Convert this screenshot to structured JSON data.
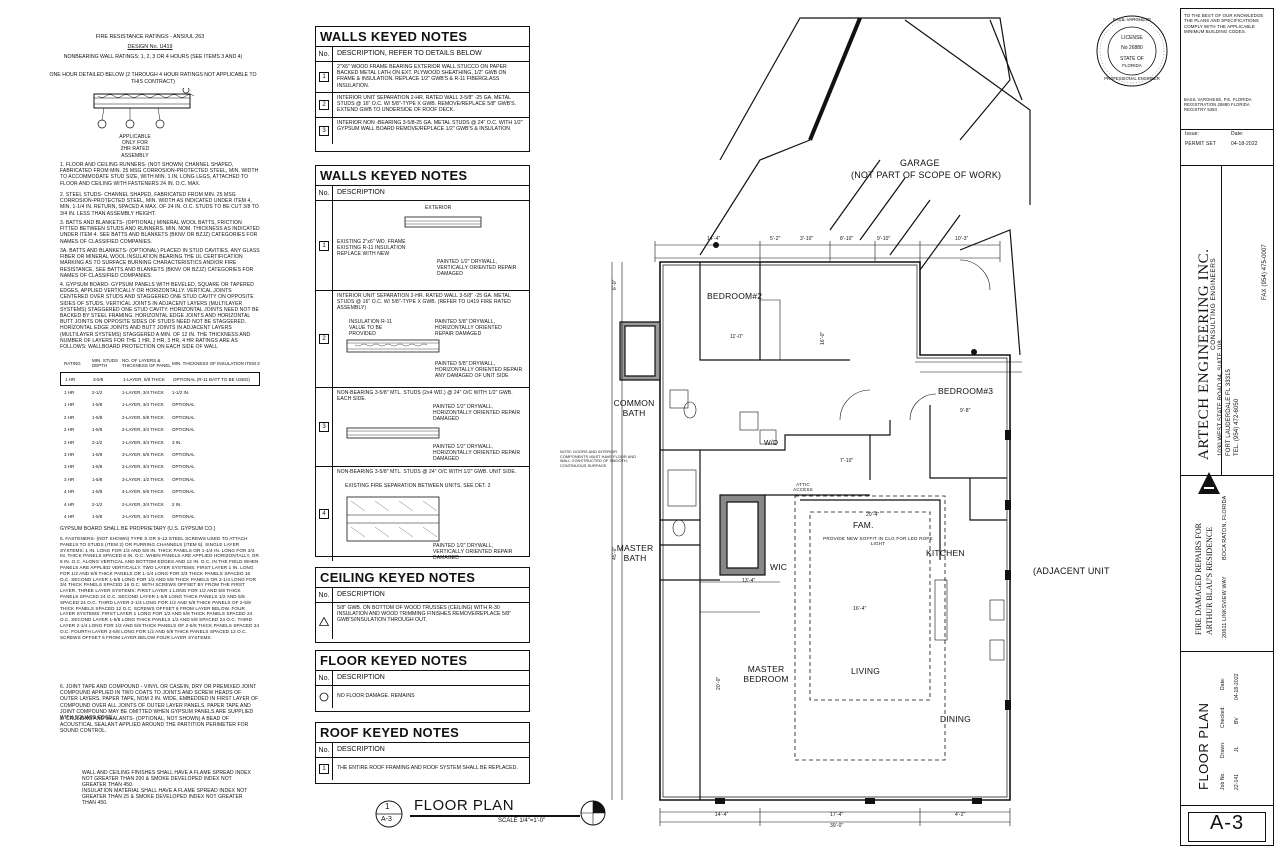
{
  "left_notes": {
    "title": "FIRE RESISTANCE RATINGS - ANSI/UL 263",
    "design_no": "DESIGN No. U419",
    "nonbearing": "NONBEARING WALL RATINGS: 1, 2, 3 OR 4 HOURS (SEE ITEMS 3 AND 4)",
    "one_hour": "ONE HOUR DETAILED BELOW (2 THROUGH 4 HOUR RATINGS NOT APPLICABLE TO THIS CONTRACT)",
    "applicable": "APPLICABLE ONLY FOR 2HR RATED ASSEMBLY",
    "para1": "1. FLOOR AND CEILING RUNNERS- (NOT SHOWN) CHANNEL SHAPED, FABRICATED FROM MIN. 25 MSG CORROSION-PROTECTED STEEL, MIN. WIDTH TO ACCOMMODATE STUD SIZE, WITH MIN. 1 IN. LONG LEGS, ATTACHED TO FLOOR AND CEILING WITH FASTENERS 24 IN. O.C. MAX.",
    "para2": "2. STEEL STUDS- CHANNEL SHAPED, FABRICATED FROM MIN. 25 MSG CORROSION-PROTECTED STEEL, MIN. WIDTH AS INDICATED UNDER ITEM 4, MIN. 1-1/4 IN. RETURN, SPACED A MAX. OF 24 IN. O.C. STUDS TO BE CUT 3/8 TO 3/4 IN. LESS THAN ASSEMBLY HEIGHT.",
    "para3": "3. BATTS AND BLANKETS- (OPTIONAL) MINERAL WOOL BATTS, FRICTION FITTED BETWEEN STUDS AND RUNNERS. MIN. NOM. THICKNESS AS INDICATED UNDER ITEM 4. SEE BATTS AND BLANKETS (BKNV OR BZJZ) CATEGORIES FOR NAMES OF CLASSIFIED COMPANIES.",
    "para3a": "3A. BATTS AND BLANKETS- (OPTIONAL) PLACED IN STUD CAVITIES, ANY GLASS FIBER OR MINERAL WOOL INSULATION BEARING THE UL CERTIFICATION MARKING AS TO SURFACE BURNING CHARACTERISTICS AND/OR FIRE RESISTANCE. SEE BATTS AND BLANKETS (BKNV OR BZJZ) CATEGORIES FOR NAMES OF CLASSIFIED COMPANIES.",
    "para4": "4. GYPSUM BOARD- GYPSUM PANELS WITH BEVELED, SQUARE OR TAPERED EDGES, APPLIED VERTICALLY OR HORIZONTALLY. VERTICAL JOINTS CENTERED OVER STUDS AND STAGGERED ONE STUD CAVITY ON OPPOSITE SIDES OF STUDS. VERTICAL JOINTS IN ADJACENT LAYERS (MULTILAYER SYSTEMS) STAGGERED ONE STUD CAVITY. HORIZONTAL JOINTS NEED NOT BE BACKED BY STEEL FRAMING. HORIZONTAL EDGE JOINTS AND HORIZONTAL BUTT JOINTS ON OPPOSITE SIDES OF STUDS NEED NOT BE STAGGERED. HORIZONTAL EDGE JOINTS AND BUTT JOINTS IN ADJACENT LAYERS (MULTILAYER SYSTEMS) STAGGERED A MIN. OF 12 IN. THE THICKNESS AND NUMBER OF LAYERS FOR THE 1 HR, 2 HR, 3 HR, 4 HR RATINGS ARE AS FOLLOWS: WALLBOARD PROTECTION ON EACH SIDE OF WALL",
    "table_header": [
      "RATING",
      "MIN. STUDS DEPTH",
      "NO. OF LAYERS & THICKNESS OF PANEL",
      "MIN. THICKNESS OF INSULATION ITEM 3"
    ],
    "table_rows": [
      [
        "1 HR",
        "3-5/8",
        "1-LAYER, 5/8 THICK",
        "OPTIONAL (R-11 BATT TO BE USED)"
      ],
      [
        "1 HR",
        "2-1/2",
        "1-LAYER, 3/4 THICK",
        "1-1/2 IN."
      ],
      [
        "1 HR",
        "1-5/8",
        "1-LAYER, 3/4 THICK",
        "OPTIONAL"
      ],
      [
        "2 HR",
        "1-5/8",
        "2-LAYER, 5/8 THICK",
        "OPTIONAL"
      ],
      [
        "2 HR",
        "1-5/8",
        "2-LAYER, 3/4 THICK",
        "OPTIONAL"
      ],
      [
        "2 HR",
        "2-1/2",
        "1-LAYER, 3/4 THICK",
        "3 IN."
      ],
      [
        "3 HR",
        "1-5/8",
        "3-LAYER, 5/8 THICK",
        "OPTIONAL"
      ],
      [
        "3 HR",
        "1-5/8",
        "2-LAYER, 3/4 THICK",
        "OPTIONAL"
      ],
      [
        "3 HR",
        "1-5/8",
        "3-LAYER, 1/2 THICK",
        "OPTIONAL"
      ],
      [
        "4 HR",
        "1-5/8",
        "4-LAYER, 5/8 THICK",
        "OPTIONAL"
      ],
      [
        "4 HR",
        "2-1/2",
        "2-LAYER, 3/4 THICK",
        "2 IN."
      ],
      [
        "4 HR",
        "1-5/8",
        "3-LAYER, 3/4 THICK",
        "OPTIONAL"
      ]
    ],
    "gypsum_note": "GYPSUM BOARD SHALL BE PROPRIETARY (U.S. GYPSUM CO.)",
    "para5": "5. FASTENERS- (NOT SHOWN) TYPE S OR S-12 STEEL SCREWS USED TO ATTACH PANELS TO STUDS (ITEM 2) OR FURRING CHANNELS (ITEM 6). SINGLE LAYER SYSTEMS: 1 IN. LONG FOR 1/2 AND 5/8 IN. THICK PANELS OR 1-1/4 IN. LONG FOR 3/4 IN. THICK PANELS SPACED 8 IN. O.C. WHEN PANELS ARE APPLIED HORIZONTALLY, OR 8 IN. O.C. ALONG VERTICAL AND BOTTOM EDGES AND 12 IN. O.C. IN THE FIELD WHEN PANELS ARE APPLIED VERTICALLY. TWO LAYER SYSTEMS: FIRST LAYER 1 IN. LONG FOR 1/2 AND 5/8 THICK PANELS OR 1-1/4 LONG FOR 3/4 THICK PANELS SPACED 16 O.C. SECOND LAYER 1-5/8 LONG FOR 1/2 AND 5/8 THICK PANELS OR 2-1/4 LONG FOR 3/4 THICK PANELS SPACED 16 O.C. WITH SCREWS OFFSET BY FROM THE FIRST LAYER. THREE LAYER SYSTEMS: FIRST LAYER 1 LONG FOR 1/2 AND 5/8 THICK PANELS SPACED 24 O.C. SECOND LAYER 1-5/8 LONG THICK PANELS 1/2 AND 5/8 SPACED 24 O.C. THIRD LAYER 2-1/4 LONG FOR 1/2 AND 5/8 THICK PANELS OF 2-5/8 THICK PANELS SPACED 12 O.C. SCREWS OFFSET 6 FROM LAYER BELOW. FOUR LAYER SYSTEMS: FIRST LAYER 1 LONG FOR 1/2 AND 5/8 THICK PANELS SPACED 24 O.C. SECOND LAYER 1-5/8 LONG THICK PANELS 1/2 AND 5/8 SPACED 24 O.C. THIRD LAYER 2-1/4 LONG FOR 1/2 AND 5/8 THICK PANELS OF 2-5/8 THICK PANELS SPACED 24 O.C. FOURTH LAYER 2-5/8 LONG FOR 1/2 AND 5/8 THICK PANELS SPACED 12 O.C. SCREWS OFFSET 6 FROM LAYER BELOW FOUR LAYER SYSTEMS.",
    "para6": "6. JOINT TAPE AND COMPOUND - VINYL OR CASEIN, DRY OR PREMIXED JOINT COMPOUND APPLIED IN TWO COATS TO JOINTS AND SCREW HEADS OF OUTER LAYERS. PAPER TAPE, NOM 2 IN. WIDE, EMBEDDED IN FIRST LAYER OF COMPOUND OVER ALL JOINTS OF OUTER LAYER PANELS. PAPER TAPE AND JOINT COMPOUND MAY BE OMITTED WHEN GYPSUM PANELS ARE SUPPLIED WITH SQUARE EDGE.",
    "para8": "8. CAULKING AND SEALANTS- (OPTIONAL, NOT SHOWN) A BEAD OF ACOUSTICAL SEALANT APPLIED AROUND THE PARTITION PERIMETER FOR SOUND CONTROL.",
    "finish1": "WALL AND CEILING FINISHES SHALL HAVE A FLAME SPREAD INDEX NOT GREATER THAN 200 & SMOKE DEVELOPED INDEX NOT GREATER THAN 450.",
    "finish2": "INSULATION MATERIAL SHALL HAVE A FLAME SPREAD INDEX NOT GREATER THAN 25 & SMOKE DEVELOPED INDEX NOT GREATER THAN 450."
  },
  "walls_keyed_1": {
    "title": "WALLS KEYED NOTES",
    "h_no": "No.",
    "h_desc": "DESCRIPTION, REFER TO DETAILS BELOW",
    "rows": [
      {
        "n": "1",
        "d": "2\"X6\" WOOD FRAME BEARING EXTERIOR WALL STUCCO ON PAPER BACKED METAL LATH ON EXT. PLYWOOD SHEATHING, 1/2\" GWB ON FRAME & INSULATION. REPLACE 1/2\" GWB'S & R-11 FIBERGLASS INSULATION."
      },
      {
        "n": "2",
        "d": "INTERIOR UNIT SEPARATION 2-HR. RATED WALL 3-5/8\" -25 GA. METAL STUDS @ 16\" O.C. W/ 5/8\"-TYPE X GWB. REMOVE/REPLACE 5/8\" GWB'S. EXTEND GWB TO UNDERSIDE OF ROOF DECK."
      },
      {
        "n": "3",
        "d": "INTERIOR NON -BEARING 3-5/8-25 GA. METAL STUDS @ 24\" O.C. WITH 1/2\" GYPSUM WALL BOARD REMOVE/REPLACE 1/2\" GWB'S & INSULATION"
      }
    ]
  },
  "walls_keyed_2": {
    "title": "WALLS KEYED NOTES",
    "h_no": "No.",
    "h_desc": "DESCRIPTION",
    "rows": [
      {
        "n": "1",
        "d": "EXISTING 2\"x6\" WD. FRAME EXISTING R-11 INSULATION REPLACE WITH NEW",
        "d2": "PAINTED 1/2\" DRYWALL, VERTICALLY ORIENTED REPAIR DAMAGED",
        "tag": "EXTERIOR"
      },
      {
        "n": "2",
        "d": "INTERIOR UNIT SEPARATION 2-HR. RATED WALL 3-5/8\" -25 GA. METAL STUDS @ 16\" O.C. W/ 5/8\"-TYPE X GWB. (REFER TO U419 FIRE RATED ASSEMBLY)",
        "d2": "INSULATION R-11 VALUE TO BE PROVIDED",
        "d3": "PAINTED 5/8\" DRYWALL, HORIZONTALLY ORIENTED REPAIR DAMAGED",
        "d4": "PAINTED 5/8\" DRYWALL, HORIZONTALLY ORIENTED REPAIR ANY DAMAGED OF UNIT SIDE"
      },
      {
        "n": "3",
        "d": "NON-BEARING 3-5/8\" MTL. STUDS (2x4 WD.) @ 24\" O/C WITH 1/2\" GWB. EACH SIDE.",
        "d2": "PAINTED 1/2\" DRYWALL, HORIZONTALLY ORIENTED REPAIR DAMAGED",
        "d3": "PAINTED 1/2\" DRYWALL, HORIZONTALLY ORIENTED REPAIR DAMAGED"
      },
      {
        "n": "4",
        "d": "NON-BEARING 3-5/8\" MTL. STUDS @ 24\" O/C WITH 1/2\" GWB. UNIT SIDE.",
        "d2": "EXISTING FIRE SEPARATION BETWEEN UNITS, SEE DET. 2",
        "d3": "PAINTED 1/2\" DRYWALL, VERTICALLY ORIENTED REPAIR DAMAGED"
      }
    ]
  },
  "ceiling_keyed": {
    "title": "CEILING KEYED NOTES",
    "h_no": "No.",
    "h_desc": "DESCRIPTION",
    "rows": [
      {
        "n": "1",
        "d": "5/8\" GWB. ON BOTTOM OF WOOD TRUSSES (CEILING) WITH R-30 INSULATION AND WOOD TRIMMING FINISHES REMOVE/REPLACE 5/8\" GWB'S/INSULATION THROUGH OUT."
      }
    ]
  },
  "floor_keyed": {
    "title": "FLOOR KEYED NOTES",
    "h_no": "No.",
    "h_desc": "DESCRIPTION",
    "rows": [
      {
        "n": "1",
        "d": "NO FLOOR DAMAGE. REMAINS"
      }
    ]
  },
  "roof_keyed": {
    "title": "ROOF KEYED NOTES",
    "h_no": "No.",
    "h_desc": "DESCRIPTION",
    "rows": [
      {
        "n": "1",
        "d": "THE ENTIRE ROOF FRAMING AND ROOF SYSTEM SHALL BE REPLACED."
      }
    ]
  },
  "plan": {
    "title": "FLOOR PLAN",
    "scale": "SCALE 1/4\"=1'-0\"",
    "ref_num": "1",
    "ref_sheet": "A-3",
    "rooms": {
      "garage": "GARAGE",
      "garage_sub": "(NOT PART OF SCOPE OF WORK)",
      "bedroom2": "BEDROOM#2",
      "bedroom3": "BEDROOM#3",
      "common_bath": "COMMON BATH",
      "master_bath": "MASTER BATH",
      "wic": "WIC",
      "wd": "W/D",
      "fam": "FAM.",
      "kitchen": "KITCHEN",
      "living": "LIVING",
      "master_bedroom": "MASTER BEDROOM",
      "dining": "DINING",
      "adjacent": "(ADJACENT UNIT",
      "attic": "ATTIC ACCESS",
      "soffit": "PROVIDE NEW SOFFIT IN CLG FOR LED ROPE LIGHT",
      "note": "NOTE: DOORS AND INTERIOR COMPONENTS MUST HAVE FLOOR AND WALL CONSTRUCTED OF SMOOTH, CONTINUOUS SURFACE."
    },
    "dims": {
      "top1": "14'-4\"",
      "top2": "8'-10\"",
      "top3": "9'-10\"",
      "top4": "10'-3\"",
      "top5": "3'-10\"",
      "top6": "5'-2\"",
      "bot1": "14'-4\"",
      "bot2": "17'-4\"",
      "bot3": "4'-2\"",
      "bot_total": "39'-0\"",
      "br2_w": "11'-0\"",
      "br2_h": "16'-0\"",
      "br3_w": "9'-8\"",
      "fam_w": "20'-4\"",
      "liv_w": "16'-4\"",
      "mb_w": "13'-4\"",
      "mb_h": "20'-0\"",
      "side": "6'-0\"",
      "overall_left": "45'-0\"",
      "br3_d": "9'-8\"",
      "c": "7'-10\""
    },
    "tags": [
      "B",
      "2",
      "3",
      "1",
      "4"
    ]
  },
  "stamp": {
    "ring_top": "BASIL VARGHESE",
    "ring_bottom": "PROFESSIONAL ENGINEER",
    "license": "LICENSE",
    "number": "No 26880",
    "state": "STATE OF",
    "fl": "FLORIDA"
  },
  "titleblock": {
    "cert": "TO THE BEST OF OUR KNOWLEDGE THE PLANS AND SPECIFICATIONS COMPLY WITH THE APPLICABLE MINIMUM BUILDING CODES.",
    "engineer": "BASIL VARGHESE, P.E. FLORIDA REGISTRATION 26880 FLORIDA REGISTRY 5484",
    "issue_h": "Issue:",
    "date_h": "Date:",
    "issue": "PERMIT SET",
    "date": "04-18-2022",
    "company": "ARTECH ENGINEERING INC.",
    "company_sub": "CONSULTING ENGINEERS",
    "addr1": "1030 WEST STATE ROAD 84, SUITE 108",
    "addr2": "FORT LAUDERDALE FL 33315",
    "tel": "TEL. (954) 472-6050",
    "fax": "FAX (954) 475-0007",
    "project1": "FIRE DAMAGED REPAIRS FOR",
    "project2": "ARTHUR BLAU'S RESIDENCE",
    "address": "20611 LINKSVIEW WAY",
    "city": "BOCA RATON, FLORIDA",
    "sheet_title": "FLOOR PLAN",
    "job_h": "Job No.",
    "drawn_h": "Drawn:",
    "checked_h": "Checked:",
    "date2_h": "Date:",
    "job": "22-141",
    "drawn": "JL",
    "checked": "BV",
    "date2": "04-18-2022",
    "sheet_no": "A-3"
  }
}
